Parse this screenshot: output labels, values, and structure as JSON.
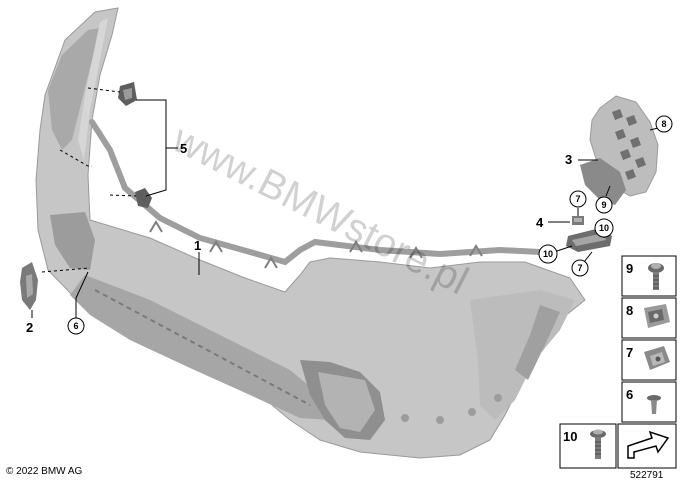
{
  "callouts": {
    "c1": "1",
    "c2": "2",
    "c3": "3",
    "c4": "4",
    "c5": "5",
    "c6": "6",
    "c7a": "7",
    "c7b": "7",
    "c8": "8",
    "c9": "9",
    "c10a": "10",
    "c10b": "10"
  },
  "legend": [
    {
      "num": "9",
      "part": "torx-bolt"
    },
    {
      "num": "8",
      "part": "clip-nut"
    },
    {
      "num": "7",
      "part": "spring-nut"
    },
    {
      "num": "6",
      "part": "expanding-rivet"
    },
    {
      "num": "10",
      "part": "hex-bolt"
    }
  ],
  "watermark": "www.BMWstore.pl",
  "copyright": "© 2022 BMW AG",
  "diagram_number": "522791",
  "colors": {
    "part_fill": "#c6c6c6",
    "part_dark": "#8f8f8f",
    "line": "#000000"
  }
}
